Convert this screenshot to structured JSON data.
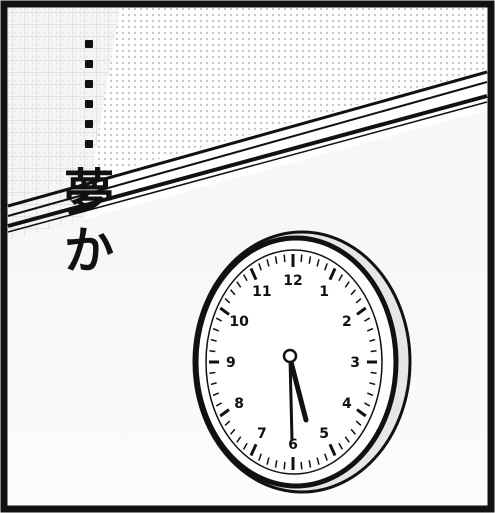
{
  "caption": {
    "dots_count": 6,
    "line1": "夢",
    "line2": "か"
  },
  "clock": {
    "numerals": [
      "12",
      "1",
      "2",
      "3",
      "4",
      "5",
      "6",
      "7",
      "8",
      "9",
      "10",
      "11"
    ],
    "hour_hand_time": "5:30"
  },
  "colors": {
    "ink": "#111111",
    "paper": "#ffffff",
    "screentone": "#d6d6d6"
  },
  "icons": {
    "clock": "wall-clock-icon"
  }
}
